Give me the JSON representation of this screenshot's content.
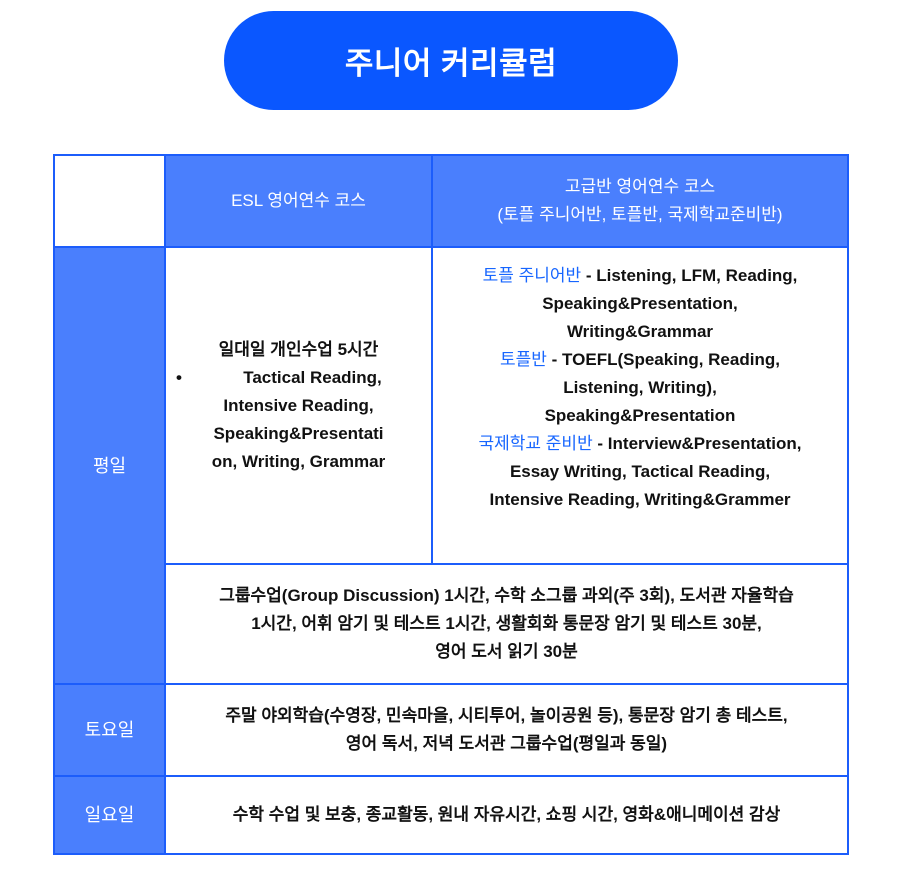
{
  "title": "주니어 커리큘럼",
  "colors": {
    "accent": "#0a57ff",
    "header_fill": "#4a7ffd",
    "border": "#1c5dfb",
    "highlight_text": "#1766ff"
  },
  "table": {
    "headers": {
      "blank": "",
      "esl": "ESL 영어연수 코스",
      "advanced_line1": "고급반 영어연수 코스",
      "advanced_line2": "(토플 주니어반, 토플반, 국제학교준비반)"
    },
    "rows": {
      "weekday": {
        "label": "평일",
        "esl": {
          "intro": "일대일 개인수업 5시간",
          "bullet": "•",
          "bullet_lines": [
            "Tactical Reading,",
            "Intensive Reading,",
            "Speaking&Presentati",
            "on, Writing, Grammar"
          ]
        },
        "advanced": [
          {
            "name": "토플 주니어반",
            "desc_lines": [
              " - Listening, LFM, Reading,",
              "Speaking&Presentation,",
              "Writing&Grammar"
            ]
          },
          {
            "name": "토플반",
            "desc_lines": [
              " - TOEFL(Speaking, Reading,",
              "Listening, Writing),",
              "Speaking&Presentation"
            ]
          },
          {
            "name": "국제학교 준비반",
            "desc_lines": [
              " - Interview&Presentation,",
              "Essay Writing, Tactical Reading,",
              "Intensive Reading, Writing&Grammer"
            ]
          }
        ],
        "common_lines": [
          "그룹수업(Group Discussion) 1시간, 수학 소그룹 과외(주 3회), 도서관 자율학습",
          "1시간, 어휘 암기 및 테스트 1시간, 생활회화 통문장 암기 및 테스트 30분,",
          "영어 도서 읽기 30분"
        ]
      },
      "saturday": {
        "label": "토요일",
        "lines": [
          "주말 야외학습(수영장, 민속마을, 시티투어, 놀이공원 등), 통문장 암기 총 테스트,",
          "영어 독서, 저녁 도서관 그룹수업(평일과 동일)"
        ]
      },
      "sunday": {
        "label": "일요일",
        "lines": [
          "수학 수업 및 보충, 종교활동, 원내 자유시간, 쇼핑 시간, 영화&애니메이션 감상"
        ]
      }
    }
  }
}
